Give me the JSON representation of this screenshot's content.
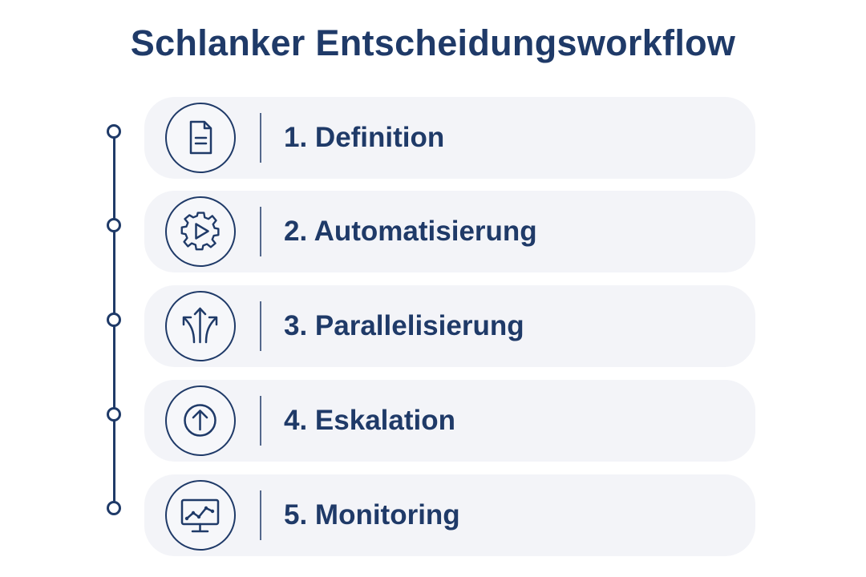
{
  "title": "Schlanker Entscheidungsworkflow",
  "colors": {
    "primary": "#1f3a68",
    "card_background": "#f3f4f8",
    "page_background": "#ffffff"
  },
  "steps": [
    {
      "label": "1. Definition",
      "icon": "document-icon"
    },
    {
      "label": "2. Automatisierung",
      "icon": "gear-play-icon"
    },
    {
      "label": "3. Parallelisierung",
      "icon": "split-arrows-icon"
    },
    {
      "label": "4. Eskalation",
      "icon": "arrow-up-circle-icon"
    },
    {
      "label": "5. Monitoring",
      "icon": "monitor-chart-icon"
    }
  ]
}
